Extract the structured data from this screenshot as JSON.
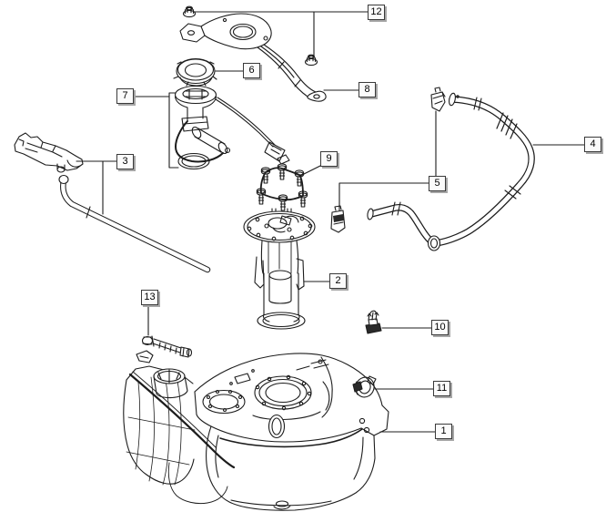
{
  "diagram": {
    "type": "exploded-parts-diagram",
    "subject": "fuel-tank-and-fuel-pump-assembly",
    "background_color": "#ffffff",
    "line_color": "#1c1c1c",
    "callout_style": {
      "background": "#fbfbfb",
      "border": "#3a3a3a",
      "shadow": "#a6a6a6",
      "text": "#000000"
    },
    "callouts": [
      {
        "number": "1",
        "part": "fuel-tank"
      },
      {
        "number": "2",
        "part": "fuel-pump-module"
      },
      {
        "number": "3",
        "part": "filler-neck-assembly"
      },
      {
        "number": "4",
        "part": "fuel-hose"
      },
      {
        "number": "5",
        "part": "retaining-clips"
      },
      {
        "number": "6",
        "part": "lock-ring"
      },
      {
        "number": "7",
        "part": "fuel-pump-sender-unit"
      },
      {
        "number": "8",
        "part": "mounting-strap"
      },
      {
        "number": "9",
        "part": "screw-set"
      },
      {
        "number": "10",
        "part": "pipe-clip"
      },
      {
        "number": "11",
        "part": "hose-clamp"
      },
      {
        "number": "12",
        "part": "flange-nuts"
      },
      {
        "number": "13",
        "part": "mounting-bolt"
      }
    ]
  }
}
